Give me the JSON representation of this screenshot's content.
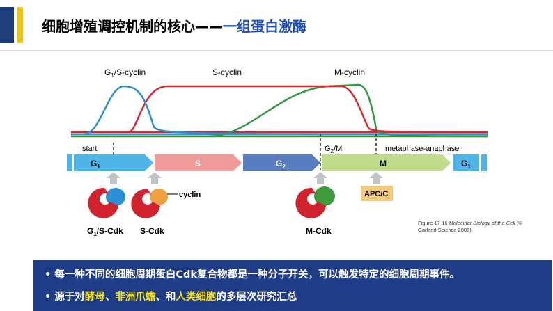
{
  "title": {
    "main": "细胞增殖调控机制的核心——",
    "highlight": "一组蛋白激酶"
  },
  "curves": {
    "g1s": {
      "label_pre": "G",
      "label_sub": "1",
      "label_post": "/S-cyclin",
      "color": "#2a8fd4"
    },
    "s": {
      "label": "S-cyclin",
      "color": "#d8282e"
    },
    "m": {
      "label": "M-cyclin",
      "color": "#2e9a3e"
    }
  },
  "phases": [
    {
      "label": "G",
      "sub": "1",
      "color": "#4fb4e8"
    },
    {
      "label": "S",
      "sub": "",
      "color": "#f19a9a"
    },
    {
      "label": "G",
      "sub": "2",
      "color": "#5a7cc0"
    },
    {
      "label": "M",
      "sub": "",
      "color": "#bfdc8a"
    },
    {
      "label": "G",
      "sub": "1",
      "color": "#4fb4e8"
    }
  ],
  "checkpoints": {
    "start": "start",
    "g2m_pre": "G",
    "g2m_sub": "2",
    "g2m_post": "/M",
    "meta": "metaphase-anaphase"
  },
  "complexes": {
    "g1s_cdk_pre": "G",
    "g1s_cdk_sub": "1",
    "g1s_cdk_post": "/S-Cdk",
    "s_cdk": "S-Cdk",
    "m_cdk": "M-Cdk",
    "cyclin": "cyclin",
    "apc": "APC/C"
  },
  "colors": {
    "cdk": "#d0232e",
    "g1s_cyclin": "#2a8fd4",
    "s_cyclin": "#f0a040",
    "m_cyclin": "#3f9a3a",
    "apc_box": "#f5c97a"
  },
  "credit": {
    "fig": "Figure 17-16",
    "book": "Molecular Biology of the Cell",
    "rest": " (© Garland Science 2008)"
  },
  "bullets": [
    {
      "text": "每一种不同的细胞周期蛋白Cdk复合物都是一种分子开关，可以触发特定的细胞周期事件。"
    },
    {
      "pre": "源于对",
      "y1": "酵母",
      "s1": "、",
      "y2": "非洲爪蟾",
      "s2": "、和",
      "y3": "人类细胞",
      "post": "的多层次研究汇总"
    }
  ],
  "bullet_mark": "•"
}
